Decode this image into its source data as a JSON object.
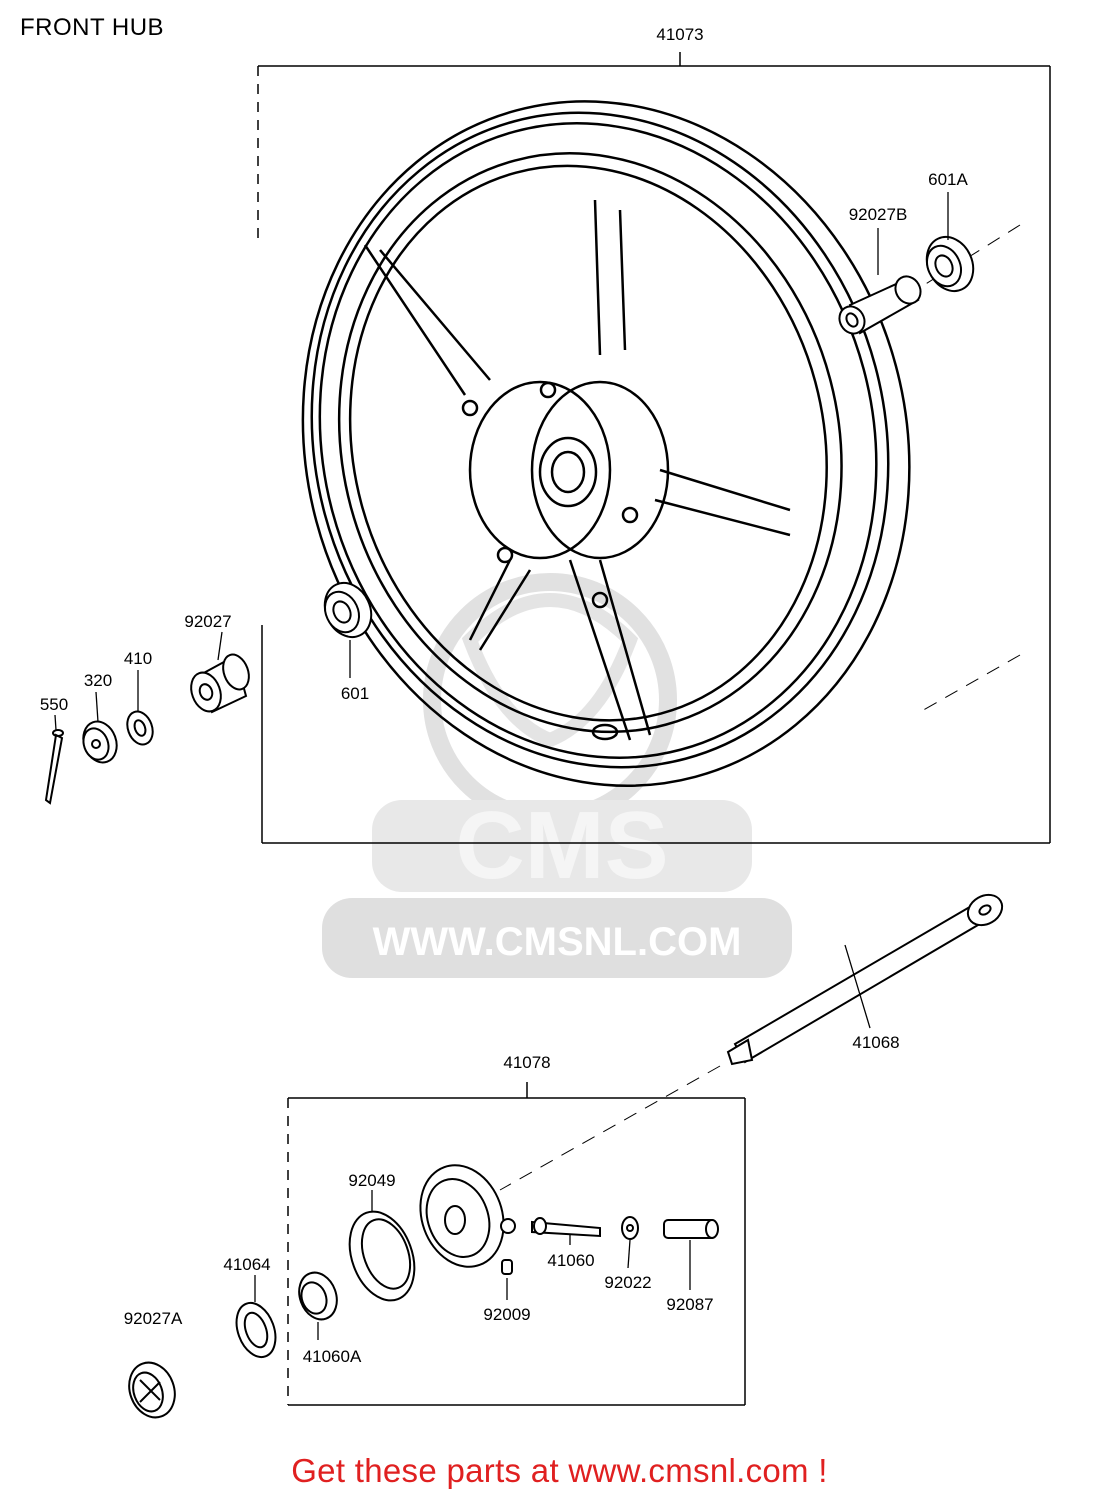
{
  "page": {
    "title": "FRONT HUB",
    "footer": "Get these parts at www.cmsnl.com !"
  },
  "watermark": {
    "logo_text": "CMS",
    "url_text": "WWW.CMSNL.COM"
  },
  "parts": {
    "p41073": "41073",
    "p601A": "601A",
    "p92027B": "92027B",
    "p92027": "92027",
    "p410": "410",
    "p320": "320",
    "p550": "550",
    "p601": "601",
    "p41068": "41068",
    "p41078": "41078",
    "p92049": "92049",
    "p41064": "41064",
    "p92027A": "92027A",
    "p41060A": "41060A",
    "p41060": "41060",
    "p92009": "92009",
    "p92022": "92022",
    "p92087": "92087"
  },
  "colors": {
    "ink": "#000000",
    "footer": "#e02020",
    "watermark": "#d9d9d9"
  }
}
